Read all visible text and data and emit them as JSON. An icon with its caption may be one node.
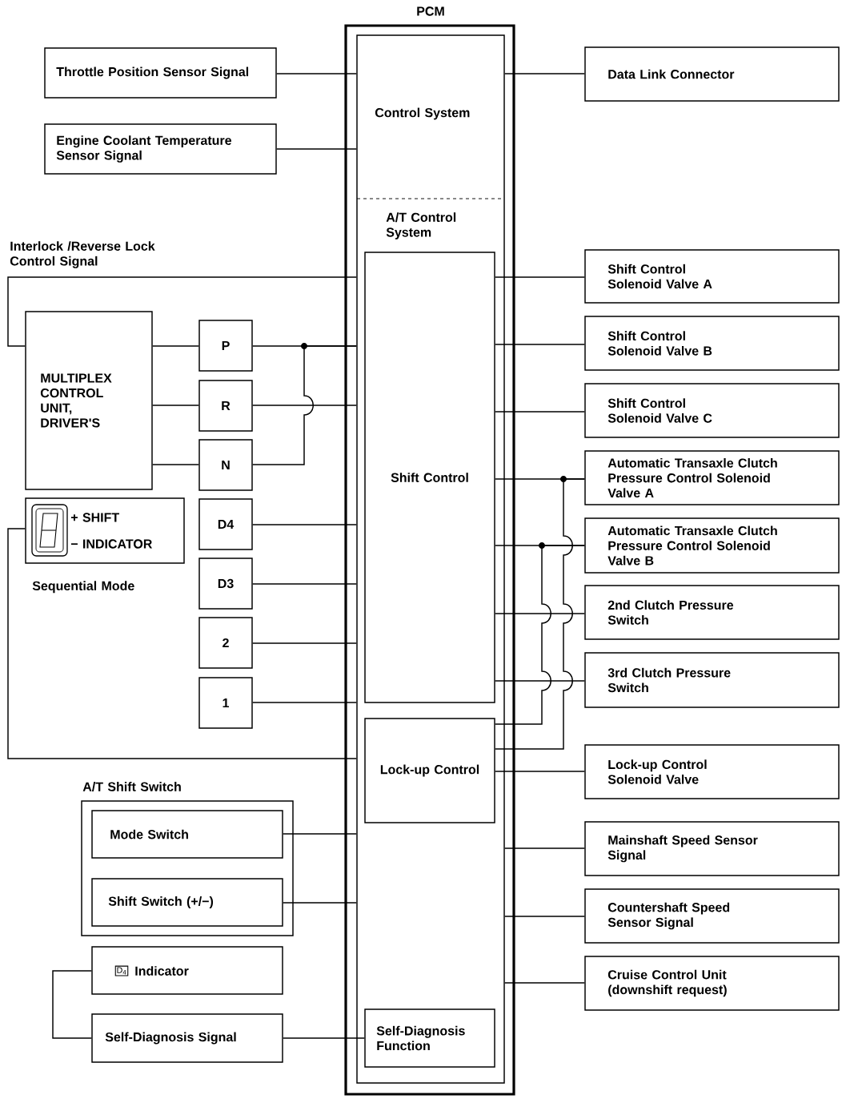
{
  "diagram": {
    "nodes": [
      {
        "text": [
          "PCM"
        ]
      },
      {
        "text": [
          "Control System",
          "A/T Control System"
        ],
        "in": 0
      },
      {
        "text": [
          "Shift Control"
        ],
        "in": 1
      },
      {
        "text": [
          "Lock-up Control"
        ],
        "in": 1
      },
      {
        "text": [
          "Self-Diagnosis Function"
        ],
        "in": 1
      },
      {
        "text": [
          "Throttle Position Sensor Signal"
        ]
      },
      {
        "text": [
          "Engine Coolant Temperature Sensor Signal"
        ]
      },
      {
        "text": [
          "MULTIPLEX CONTROL UNIT, DRIVER'S"
        ]
      },
      {
        "text": [
          "P"
        ]
      },
      {
        "text": [
          "R"
        ]
      },
      {
        "text": [
          "N"
        ]
      },
      {
        "text": [
          "+ SHIFT",
          "− INDICATOR"
        ],
        "beside": [
          "Sequential Mode"
        ]
      },
      {
        "text": [
          "D4"
        ]
      },
      {
        "text": [
          "D3"
        ]
      },
      {
        "text": [
          "2"
        ]
      },
      {
        "text": [
          "1"
        ]
      },
      {
        "text": [
          "A/T Shift Switch"
        ]
      },
      {
        "text": [
          "Mode Switch"
        ],
        "in": 16
      },
      {
        "text": [
          "Shift Switch (+/−)"
        ],
        "in": 16
      },
      {
        "text": [
          "D$_{4}$",
          "Indicator"
        ]
      },
      {
        "text": [
          "Self-Diagnosis Signal"
        ]
      },
      {
        "text": [
          "Data Link Connector"
        ]
      },
      {
        "text": [
          "Shift Control Solenoid Valve A"
        ]
      },
      {
        "text": [
          "Shift Control Solenoid Valve B"
        ]
      },
      {
        "text": [
          "Shift Control Solenoid Valve C"
        ]
      },
      {
        "text": [
          "Automatic Transaxle Clutch Pressure Control Solenoid Valve A"
        ]
      },
      {
        "text": [
          "Automatic Transaxle Clutch Pressure Control Solenoid Valve B"
        ]
      },
      {
        "text": [
          "2nd Clutch Pressure Switch"
        ]
      },
      {
        "text": [
          "3rd Clutch Pressure Switch"
        ]
      },
      {
        "text": [
          "Lock-up Control Solenoid Valve"
        ]
      },
      {
        "text": [
          "Mainshaft Speed Sensor Signal"
        ]
      },
      {
        "text": [
          "Countershaft Speed Sensor Signal"
        ]
      },
      {
        "text": [
          "Cruise Control Unit (downshift request)"
        ]
      }
    ],
    "edges": [
      {
        "from": 5,
        "to": 1,
        "arrow": "none"
      },
      {
        "from": 6,
        "to": 1,
        "arrow": "none"
      },
      {
        "from": 1,
        "to": 21,
        "arrow": "none"
      },
      {
        "from": 7,
        "to": 1,
        "arrow": "none"
      },
      {
        "from": 7,
        "to": 8,
        "arrow": "none"
      },
      {
        "from": 7,
        "to": 9,
        "arrow": "none"
      },
      {
        "from": 7,
        "to": 10,
        "arrow": "none"
      },
      {
        "from": 8,
        "to": 1,
        "arrow": "none"
      },
      {
        "from": 9,
        "to": 1,
        "arrow": "none"
      },
      {
        "from": 10,
        "to": 1,
        "arrow": "none"
      },
      {
        "from": 12,
        "to": 1,
        "arrow": "none"
      },
      {
        "from": 13,
        "to": 1,
        "arrow": "none"
      },
      {
        "from": 14,
        "to": 1,
        "arrow": "none"
      },
      {
        "from": 15,
        "to": 1,
        "arrow": "none"
      },
      {
        "from": 11,
        "to": 1,
        "arrow": "none"
      },
      {
        "from": 17,
        "to": 1,
        "arrow": "none"
      },
      {
        "from": 18,
        "to": 1,
        "arrow": "none"
      },
      {
        "from": 19,
        "to": 20,
        "arrow": "none"
      },
      {
        "from": 20,
        "to": 4,
        "arrow": "none"
      },
      {
        "from": 2,
        "to": 22,
        "arrow": "none"
      },
      {
        "from": 2,
        "to": 23,
        "arrow": "none"
      },
      {
        "from": 2,
        "to": 24,
        "arrow": "none"
      },
      {
        "from": 2,
        "to": 25,
        "arrow": "none"
      },
      {
        "from": 2,
        "to": 26,
        "arrow": "none"
      },
      {
        "from": 2,
        "to": 27,
        "arrow": "none"
      },
      {
        "from": 2,
        "to": 28,
        "arrow": "none"
      },
      {
        "from": 3,
        "to": 29,
        "arrow": "none"
      },
      {
        "from": 1,
        "to": 30,
        "arrow": "none"
      },
      {
        "from": 1,
        "to": 31,
        "arrow": "none"
      },
      {
        "from": 1,
        "to": 32,
        "arrow": "none"
      },
      {
        "from": 3,
        "to": 25,
        "arrow": "none"
      },
      {
        "from": 3,
        "to": 26,
        "arrow": "none"
      }
    ],
    "labels": [
      "Interlock /Reverse Lock Control Signal"
    ]
  }
}
